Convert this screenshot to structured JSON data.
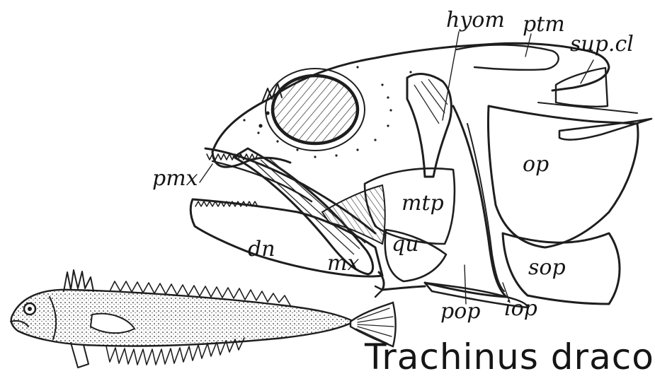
{
  "figure": {
    "caption": "Trachinus draco",
    "labels": {
      "hyom": "hyom",
      "ptm": "ptm",
      "sup_cl": "sup.cl",
      "pmx": "pmx",
      "op": "op",
      "mtp": "mtp",
      "qu": "qu",
      "dn": "dn",
      "mx": "mx",
      "sop": "sop",
      "pop": "pop",
      "iop": "iop"
    }
  }
}
